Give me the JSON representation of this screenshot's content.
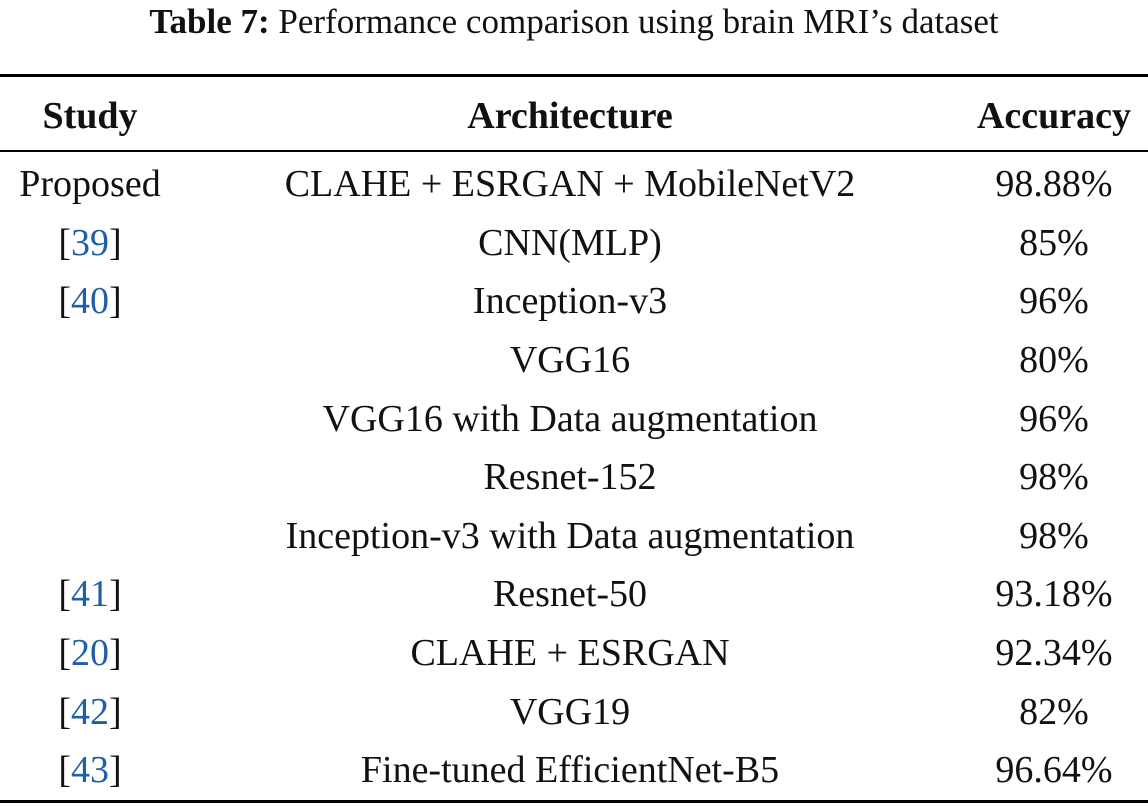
{
  "caption": {
    "label": "Table 7:",
    "text": "Performance comparison using brain MRI’s dataset"
  },
  "table": {
    "headers": {
      "study": "Study",
      "architecture": "Architecture",
      "accuracy": "Accuracy"
    },
    "rows": [
      {
        "study": "Proposed",
        "ref": "",
        "architecture": "CLAHE + ESRGAN + MobileNetV2",
        "accuracy": "98.88%"
      },
      {
        "study": "",
        "ref": "39",
        "architecture": "CNN(MLP)",
        "accuracy": "85%"
      },
      {
        "study": "",
        "ref": "40",
        "architecture": "Inception-v3",
        "accuracy": "96%"
      },
      {
        "study": "",
        "ref": "",
        "architecture": "VGG16",
        "accuracy": "80%"
      },
      {
        "study": "",
        "ref": "",
        "architecture": "VGG16 with Data augmentation",
        "accuracy": "96%"
      },
      {
        "study": "",
        "ref": "",
        "architecture": "Resnet-152",
        "accuracy": "98%"
      },
      {
        "study": "",
        "ref": "",
        "architecture": "Inception-v3 with Data augmentation",
        "accuracy": "98%"
      },
      {
        "study": "",
        "ref": "41",
        "architecture": "Resnet-50",
        "accuracy": "93.18%"
      },
      {
        "study": "",
        "ref": "20",
        "architecture": "CLAHE + ESRGAN",
        "accuracy": "92.34%"
      },
      {
        "study": "",
        "ref": "42",
        "architecture": "VGG19",
        "accuracy": "82%"
      },
      {
        "study": "",
        "ref": "43",
        "architecture": "Fine-tuned EfficientNet-B5",
        "accuracy": "96.64%"
      }
    ]
  },
  "colors": {
    "text": "#111111",
    "reference_link": "#1f5fa8",
    "rules": "#000000"
  }
}
